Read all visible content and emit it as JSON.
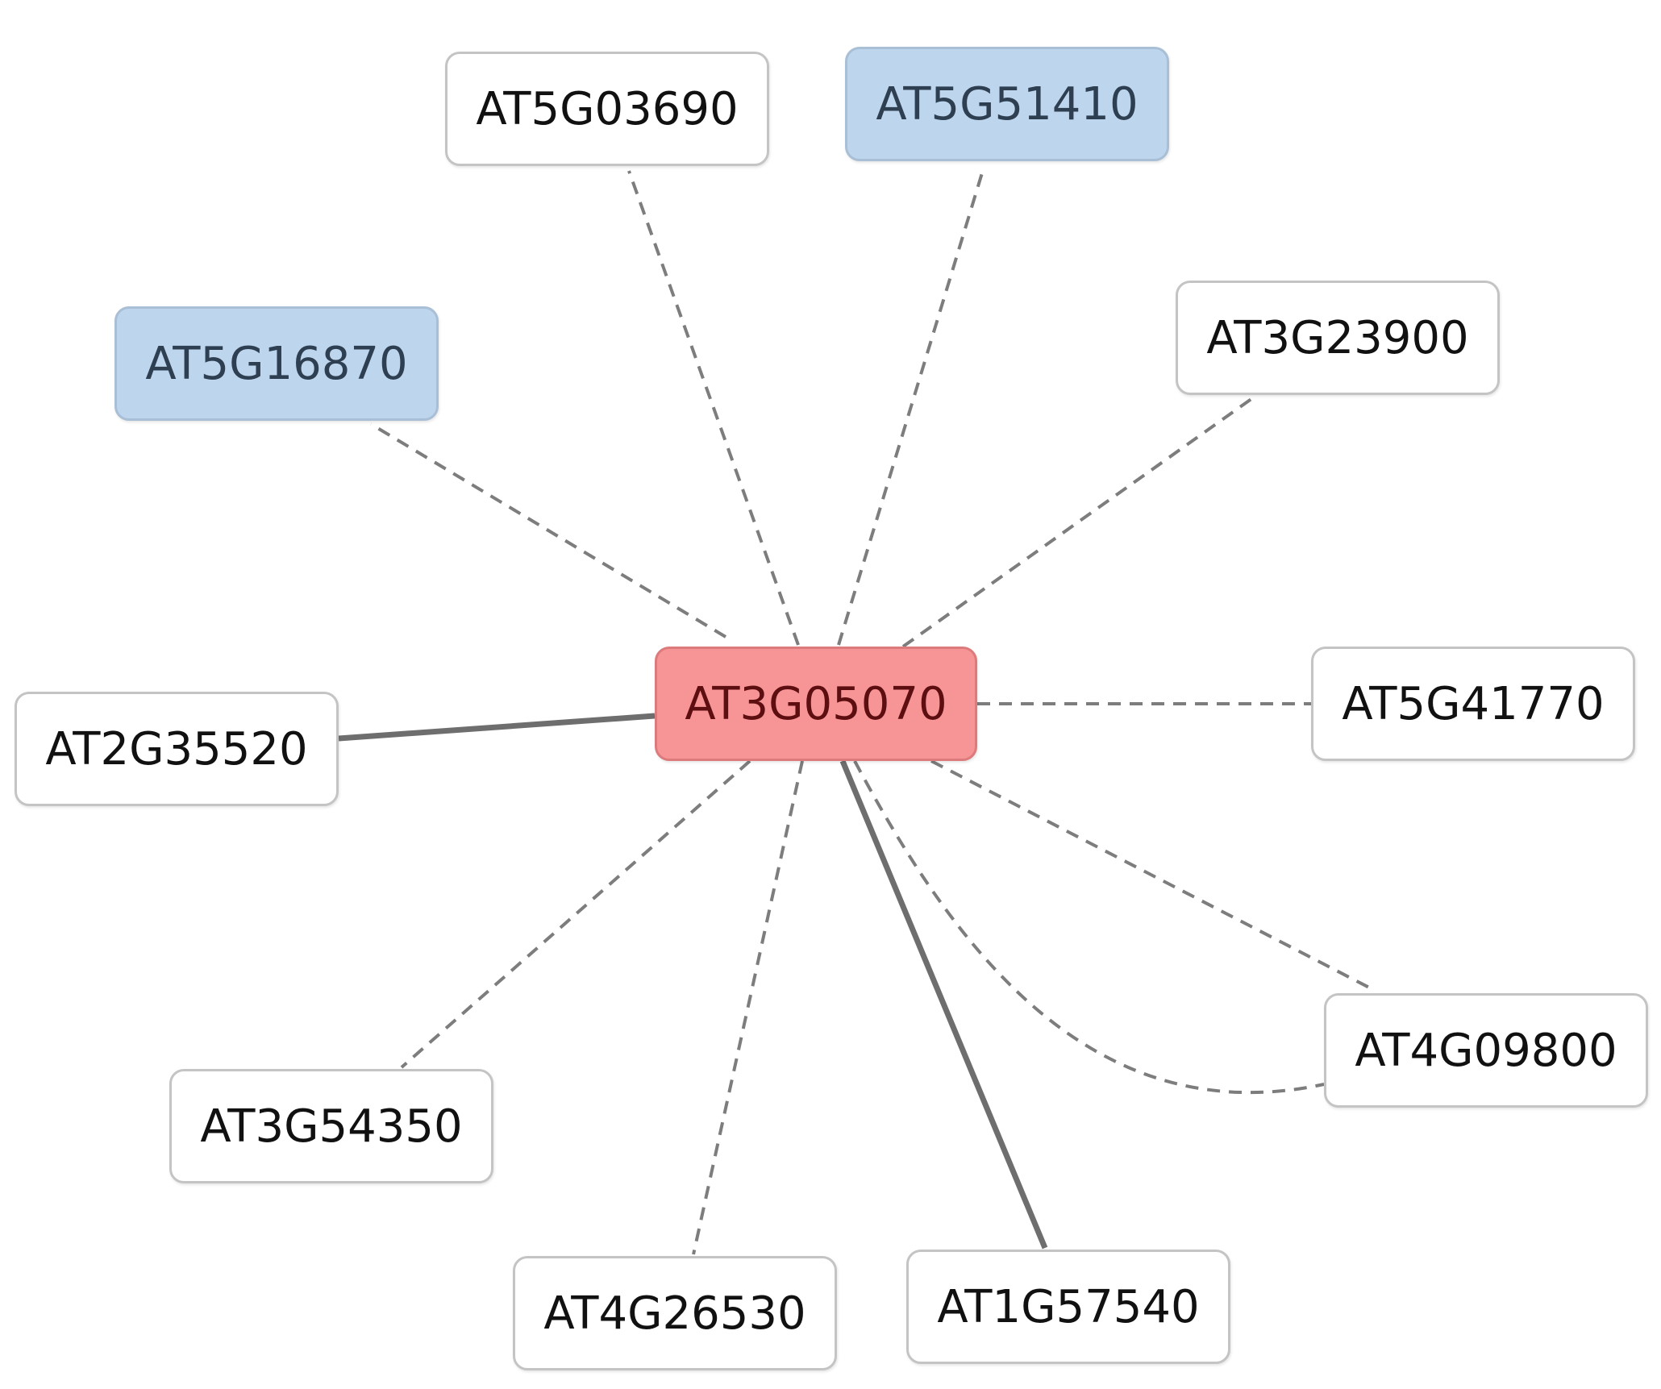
{
  "center": {
    "id": "AT3G05070",
    "color": "#f79596"
  },
  "highlight_color": "#bdd6ee",
  "nodes": [
    {
      "id": "AT5G03690",
      "style": "plain"
    },
    {
      "id": "AT5G51410",
      "style": "highlight"
    },
    {
      "id": "AT5G16870",
      "style": "highlight"
    },
    {
      "id": "AT3G23900",
      "style": "plain"
    },
    {
      "id": "AT2G35520",
      "style": "plain"
    },
    {
      "id": "AT5G41770",
      "style": "plain"
    },
    {
      "id": "AT4G09800",
      "style": "plain"
    },
    {
      "id": "AT3G54350",
      "style": "plain"
    },
    {
      "id": "AT4G26530",
      "style": "plain"
    },
    {
      "id": "AT1G57540",
      "style": "plain"
    }
  ],
  "edges": [
    {
      "from": "AT3G05070",
      "to": "AT5G03690",
      "line": "dashed"
    },
    {
      "from": "AT3G05070",
      "to": "AT5G51410",
      "line": "dashed"
    },
    {
      "from": "AT3G05070",
      "to": "AT5G16870",
      "line": "dashed"
    },
    {
      "from": "AT3G05070",
      "to": "AT3G23900",
      "line": "dashed"
    },
    {
      "from": "AT3G05070",
      "to": "AT2G35520",
      "line": "solid"
    },
    {
      "from": "AT3G05070",
      "to": "AT5G41770",
      "line": "dashed"
    },
    {
      "from": "AT3G05070",
      "to": "AT4G09800",
      "line": "dashed"
    },
    {
      "from": "AT3G05070",
      "to": "AT4G09800",
      "line": "dashed",
      "curved": true
    },
    {
      "from": "AT3G05070",
      "to": "AT3G54350",
      "line": "dashed"
    },
    {
      "from": "AT3G05070",
      "to": "AT4G26530",
      "line": "dashed"
    },
    {
      "from": "AT3G05070",
      "to": "AT1G57540",
      "line": "solid"
    }
  ]
}
